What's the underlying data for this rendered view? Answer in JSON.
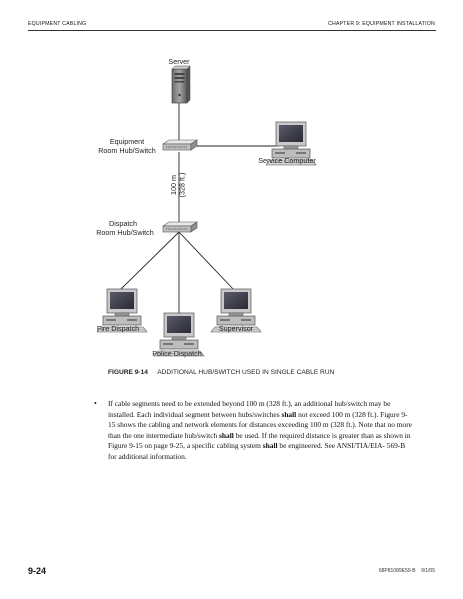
{
  "header": {
    "left": "Equipment Cabling",
    "right": "Chapter 9: Equipment Installation"
  },
  "diagram": {
    "server_label": "Server",
    "equipment_hub_label_1": "Equipment",
    "equipment_hub_label_2": "Room Hub/Switch",
    "service_computer_label": "Service Computer",
    "distance_label_1": "100 m",
    "distance_label_2": "(328 ft.)",
    "dispatch_hub_label_1": "Dispatch",
    "dispatch_hub_label_2": "Room Hub/Switch",
    "fire_dispatch_label": "Fire Dispatch",
    "supervisor_label": "Supervisor",
    "police_dispatch_label": "Police Dispatch"
  },
  "figure": {
    "number": "Figure 9-14",
    "title": "Additional Hub/Switch Used In Single Cable Run"
  },
  "body": {
    "bullet": "•",
    "p1": "If cable segments need to be extended beyond 100 m (328 ft.), an additional hub/switch may be installed. Each individual segment between hubs/switches ",
    "p1_bold": "shall",
    "p2": " not exceed 100 m (328 ft.). Figure 9-15 shows the cabling and network elements for distances exceeding 100 m (328 ft.). Note that no more than the one intermediate hub/switch ",
    "p2_bold": "shall",
    "p3": " be used. If the required distance is greater than as shown in Figure 9-15 on page 9-25, a specific cabling system ",
    "p3_bold": "shall",
    "p4": " be engineered. See ANSI/TIA/EIA- 569-B for additional information."
  },
  "footer": {
    "page_number": "9-24",
    "doc_id": "68P81089E50-B    9/1/05"
  }
}
